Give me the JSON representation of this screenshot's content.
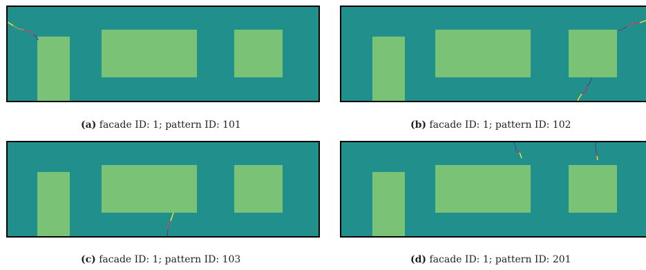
{
  "colors": {
    "wall": "#21908c",
    "opening": "#7ac276",
    "border": "#000000",
    "crack_palette": [
      "#440154",
      "#3b528b",
      "#21908c",
      "#5ec962",
      "#fde725"
    ]
  },
  "panels": [
    {
      "id": "a",
      "label": "(a)",
      "caption": "facade ID: 1; pattern ID: 101"
    },
    {
      "id": "b",
      "label": "(b)",
      "caption": "facade ID: 1; pattern ID: 102"
    },
    {
      "id": "c",
      "label": "(c)",
      "caption": "facade ID: 1; pattern ID: 103"
    },
    {
      "id": "d",
      "label": "(d)",
      "caption": "facade ID: 1; pattern ID: 201"
    }
  ]
}
